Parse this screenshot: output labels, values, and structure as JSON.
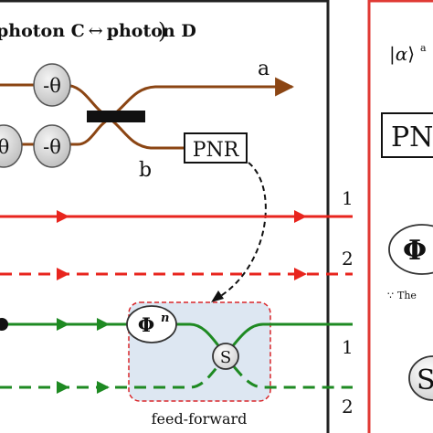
{
  "header": {
    "paren_open": "(",
    "photon_c": "photon C",
    "arrow": "↔",
    "photon_d": "photon D",
    "paren_close": ")"
  },
  "modes": {
    "a": "a",
    "b": "b"
  },
  "phase_shifters": {
    "top": "-θ",
    "bottom_left": "θ",
    "bottom_right": "-θ"
  },
  "detector": {
    "label": "PNR"
  },
  "rail_numbers": {
    "red_solid": "1",
    "red_dashed": "2",
    "green_solid": "1",
    "green_dashed": "2"
  },
  "feed_forward": {
    "phi_base": "Φ",
    "phi_power": "n",
    "swap": "S",
    "label": "feed-forward"
  },
  "right_panel": {
    "ket_bar_left": "|",
    "ket_alpha": "α",
    "ket_bracket": "⟩",
    "ket_sub": "a",
    "pnr_partial": "PN",
    "phi_partial": "Φ",
    "note_symbol": "∵",
    "note_text": "The",
    "s_partial": "S"
  },
  "colors": {
    "brown": "#8b4513",
    "red": "#e8251e",
    "green": "#1e8a22",
    "feed_box_fill": "#dde7f2",
    "feed_box_border": "#d9262a",
    "phase_fill": "#d8d8d8",
    "panel_border": "#e03a34"
  }
}
